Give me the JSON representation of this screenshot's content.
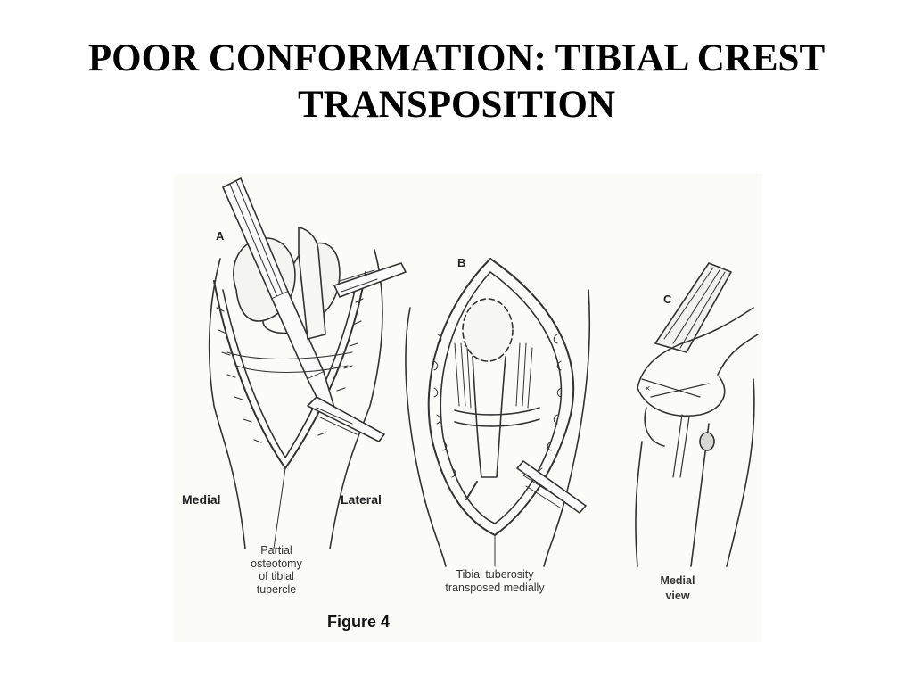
{
  "title": {
    "line1": "POOR CONFORMATION: TIBIAL CREST",
    "line2": "TRANSPOSITION"
  },
  "figure": {
    "panel_labels": [
      "A",
      "B",
      "C"
    ],
    "side_labels": {
      "medial": "Medial",
      "lateral": "Lateral"
    },
    "captions": {
      "panel_a": [
        "Partial",
        "osteotomy",
        "of tibial",
        "tubercle"
      ],
      "panel_b": [
        "Tibial tuberosity",
        "transposed medially"
      ],
      "panel_c": [
        "Medial",
        "view"
      ]
    },
    "figure_label": "Figure 4"
  }
}
